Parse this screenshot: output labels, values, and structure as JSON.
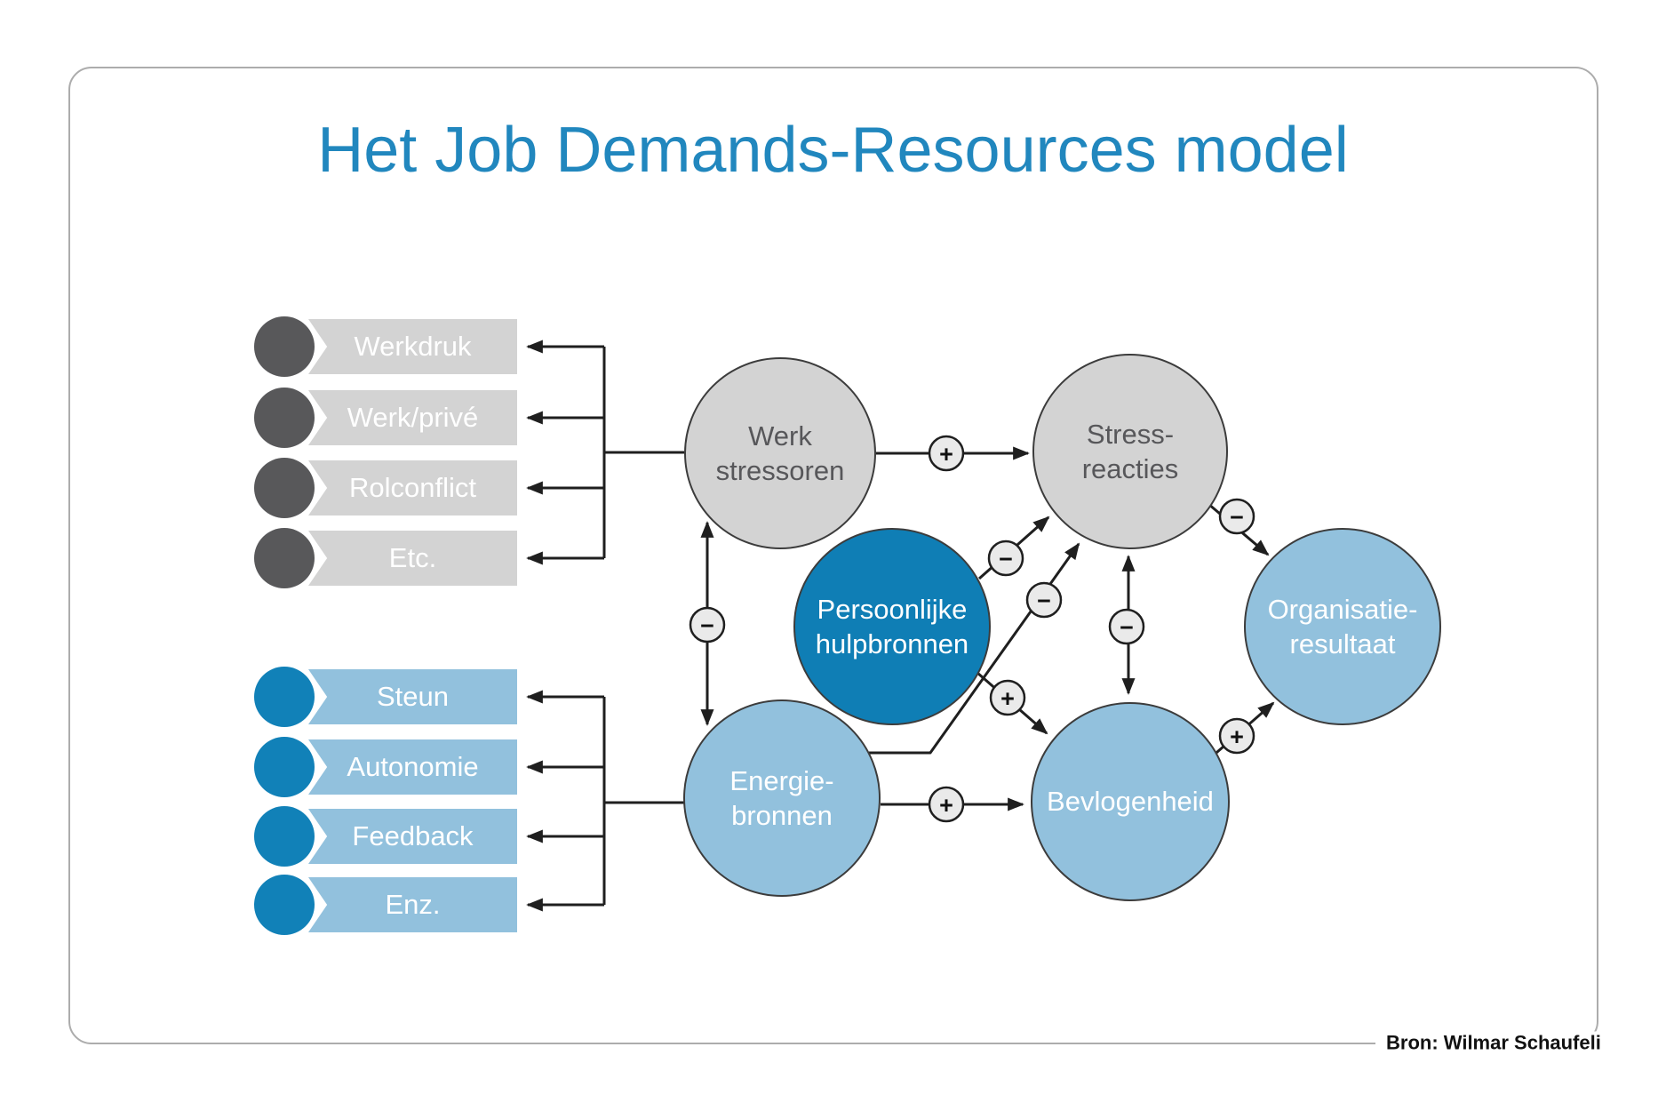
{
  "title": "Het Job Demands-Resources model",
  "source": "Bron: Wilmar Schaufeli",
  "demands": [
    "Werkdruk",
    "Werk/privé",
    "Rolconflict",
    "Etc."
  ],
  "resources": [
    "Steun",
    "Autonomie",
    "Feedback",
    "Enz."
  ],
  "nodes": {
    "werk_stressoren": "Werk\nstressoren",
    "stress_reacties": "Stress-\nreacties",
    "persoonlijke_hulpbronnen": "Persoonlijke\nhulpbronnen",
    "energiebronnen": "Energie-\nbronnen",
    "bevlogenheid": "Bevlogenheid",
    "organisatie_resultaat": "Organisatie-\nresultaat"
  },
  "edges": {
    "stressoren_stressreacties": "+",
    "stressoren_energiebronnen": "−",
    "personal_stressreacties": "−",
    "energiebronnen_stressreacties": "−",
    "stressreacties_bevlogenheid": "−",
    "personal_bevlogenheid": "+",
    "energiebronnen_bevlogenheid": "+",
    "stressreacties_organisatieresultaat": "−",
    "bevlogenheid_organisatieresultaat": "+"
  },
  "colors": {
    "title_blue": "#2187BE",
    "dark_blue": "#0F7EB5",
    "light_blue": "#92C1DD",
    "bullet_blue": "#1181B8",
    "gray_fill": "#D3D3D3",
    "dark_gray": "#58585A",
    "node_border": "#3C3C3C",
    "line": "#1F1F1F",
    "badge_fill": "#EAEAEA",
    "card_border": "#ACACAC",
    "gray_text": "#57575A"
  }
}
